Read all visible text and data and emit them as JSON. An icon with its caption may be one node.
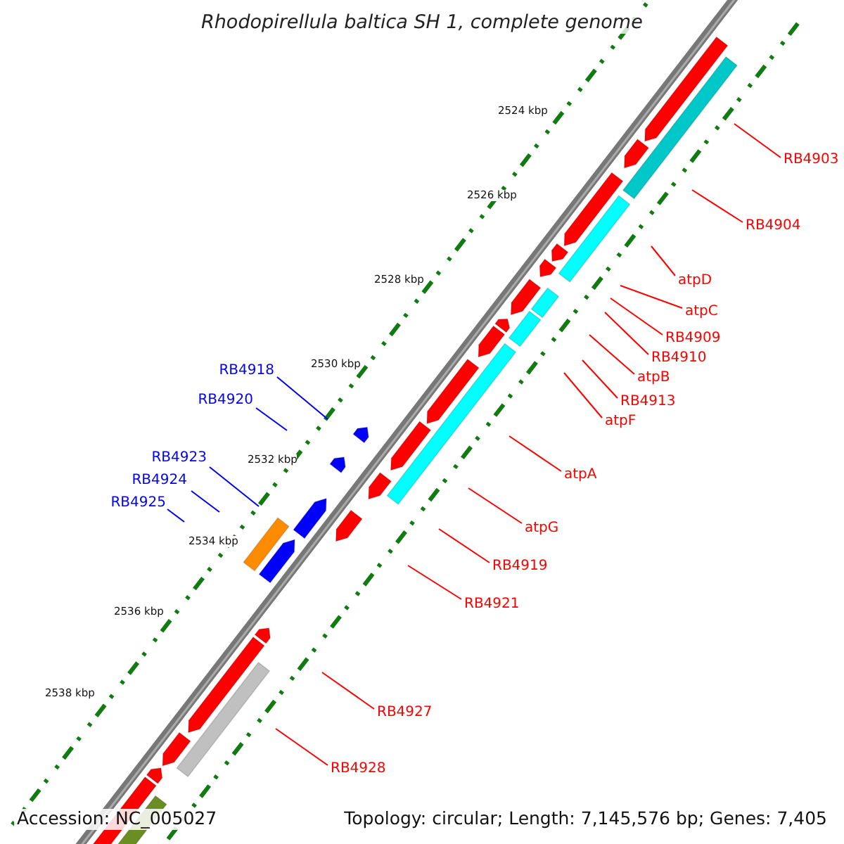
{
  "diagram": {
    "title": "Rhodopirellula baltica SH 1, complete genome",
    "nodes": [
      {
        "text": [
          "RB4903"
        ]
      },
      {
        "text": [
          "RB4904"
        ]
      },
      {
        "text": [
          "atpD"
        ]
      },
      {
        "text": [
          "atpC"
        ]
      },
      {
        "text": [
          "RB4909"
        ]
      },
      {
        "text": [
          "RB4910"
        ]
      },
      {
        "text": [
          "RB4918"
        ]
      },
      {
        "text": [
          "atpB"
        ]
      },
      {
        "text": [
          "RB4920"
        ]
      },
      {
        "text": [
          "RB4913"
        ]
      },
      {
        "text": [
          "atpF"
        ]
      },
      {
        "text": [
          "RB4923"
        ]
      },
      {
        "text": [
          "atpA"
        ]
      },
      {
        "text": [
          "RB4924"
        ]
      },
      {
        "text": [
          "RB4925"
        ]
      },
      {
        "text": [
          "atpG"
        ]
      },
      {
        "text": [
          "RB4919"
        ]
      },
      {
        "text": [
          "RB4921"
        ]
      },
      {
        "text": [
          "RB4927"
        ]
      },
      {
        "text": [
          "RB4928"
        ]
      }
    ],
    "edges": [
      {
        "from": 0,
        "to": null,
        "arrow": "none"
      },
      {
        "from": 1,
        "to": null,
        "arrow": "none"
      },
      {
        "from": 2,
        "to": null,
        "arrow": "none"
      },
      {
        "from": 3,
        "to": null,
        "arrow": "none"
      },
      {
        "from": 4,
        "to": null,
        "arrow": "none"
      },
      {
        "from": 5,
        "to": null,
        "arrow": "none"
      },
      {
        "from": 6,
        "to": null,
        "arrow": "none",
        "color": "#0000ff"
      },
      {
        "from": 7,
        "to": null,
        "arrow": "none"
      },
      {
        "from": 8,
        "to": null,
        "arrow": "none",
        "color": "#0000ff"
      },
      {
        "from": 9,
        "to": null,
        "arrow": "none"
      },
      {
        "from": 10,
        "to": null,
        "arrow": "none"
      },
      {
        "from": 11,
        "to": null,
        "arrow": "none",
        "color": "#0000ff"
      },
      {
        "from": 12,
        "to": null,
        "arrow": "none"
      },
      {
        "from": 13,
        "to": null,
        "arrow": "none",
        "color": "#0000ff"
      },
      {
        "from": 14,
        "to": null,
        "arrow": "none",
        "color": "#0000ff"
      },
      {
        "from": 15,
        "to": null,
        "arrow": "none"
      },
      {
        "from": 16,
        "to": null,
        "arrow": "none"
      },
      {
        "from": 17,
        "to": null,
        "arrow": "none"
      },
      {
        "from": 18,
        "to": null,
        "arrow": "none"
      },
      {
        "from": 19,
        "to": null,
        "arrow": "none"
      }
    ],
    "labels": [
      "2524 kbp",
      "2526 kbp",
      "2528 kbp",
      "2530 kbp",
      "2532 kbp",
      "2534 kbp",
      "2536 kbp",
      "2538 kbp",
      "Accession: NC_005027",
      "Topology: circular; Length: 7,145,576 bp; Genes: 7,405"
    ]
  }
}
